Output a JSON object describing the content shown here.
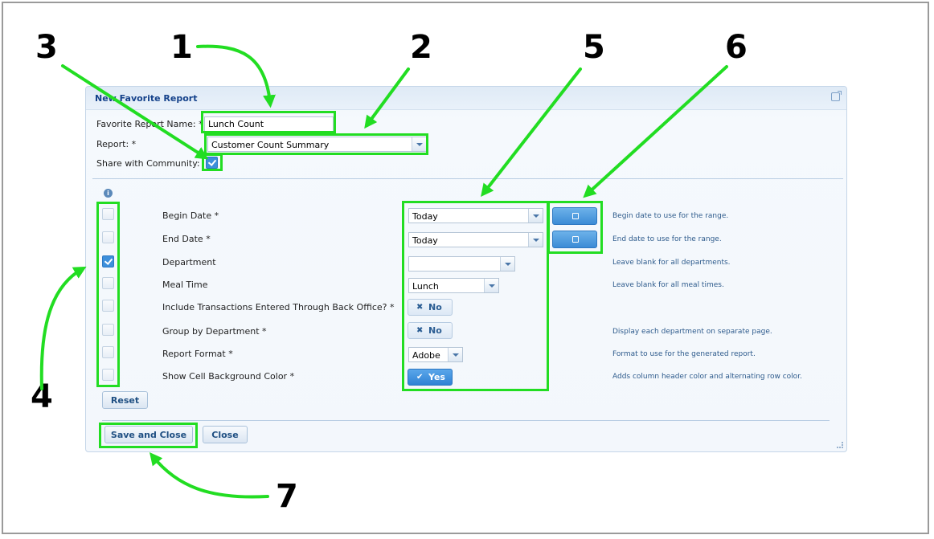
{
  "dialog": {
    "title": "New Favorite Report",
    "favorite_name_label": "Favorite Report Name: *",
    "favorite_name_value": "Lunch Count",
    "report_label": "Report: *",
    "report_value": "Customer Count Summary",
    "share_label": "Share with Community:",
    "share_checked": true
  },
  "parameters": [
    {
      "name": "Begin Date *",
      "control": "combo",
      "value": "Today",
      "has_calendar": true,
      "hint": "Begin date to use for the range.",
      "checked": false
    },
    {
      "name": "End Date *",
      "control": "combo",
      "value": "Today",
      "has_calendar": true,
      "hint": "End date to use for the range.",
      "checked": false
    },
    {
      "name": "Department",
      "control": "combo",
      "value": "",
      "hint": "Leave blank for all departments.",
      "checked": true
    },
    {
      "name": "Meal Time",
      "control": "combo",
      "value": "Lunch",
      "hint": "Leave blank for all meal times.",
      "checked": false
    },
    {
      "name": "Include Transactions Entered Through Back Office? *",
      "control": "toggle",
      "value": "No",
      "hint": "",
      "checked": false
    },
    {
      "name": "Group by Department *",
      "control": "toggle",
      "value": "No",
      "hint": "Display each department on separate page.",
      "checked": false
    },
    {
      "name": "Report Format *",
      "control": "combo",
      "value": "Adobe",
      "hint": "Format to use for the generated report.",
      "checked": false
    },
    {
      "name": "Show Cell Background Color *",
      "control": "toggle",
      "value": "Yes",
      "hint": "Adds column header color and alternating row color.",
      "checked": false
    }
  ],
  "buttons": {
    "reset": "Reset",
    "save_and_close": "Save and Close",
    "close": "Close"
  },
  "callouts": [
    "1",
    "2",
    "3",
    "4",
    "5",
    "6",
    "7"
  ],
  "colors": {
    "highlight": "#22dd22",
    "accent": "#3d8fdb",
    "title_text": "#15428b"
  }
}
